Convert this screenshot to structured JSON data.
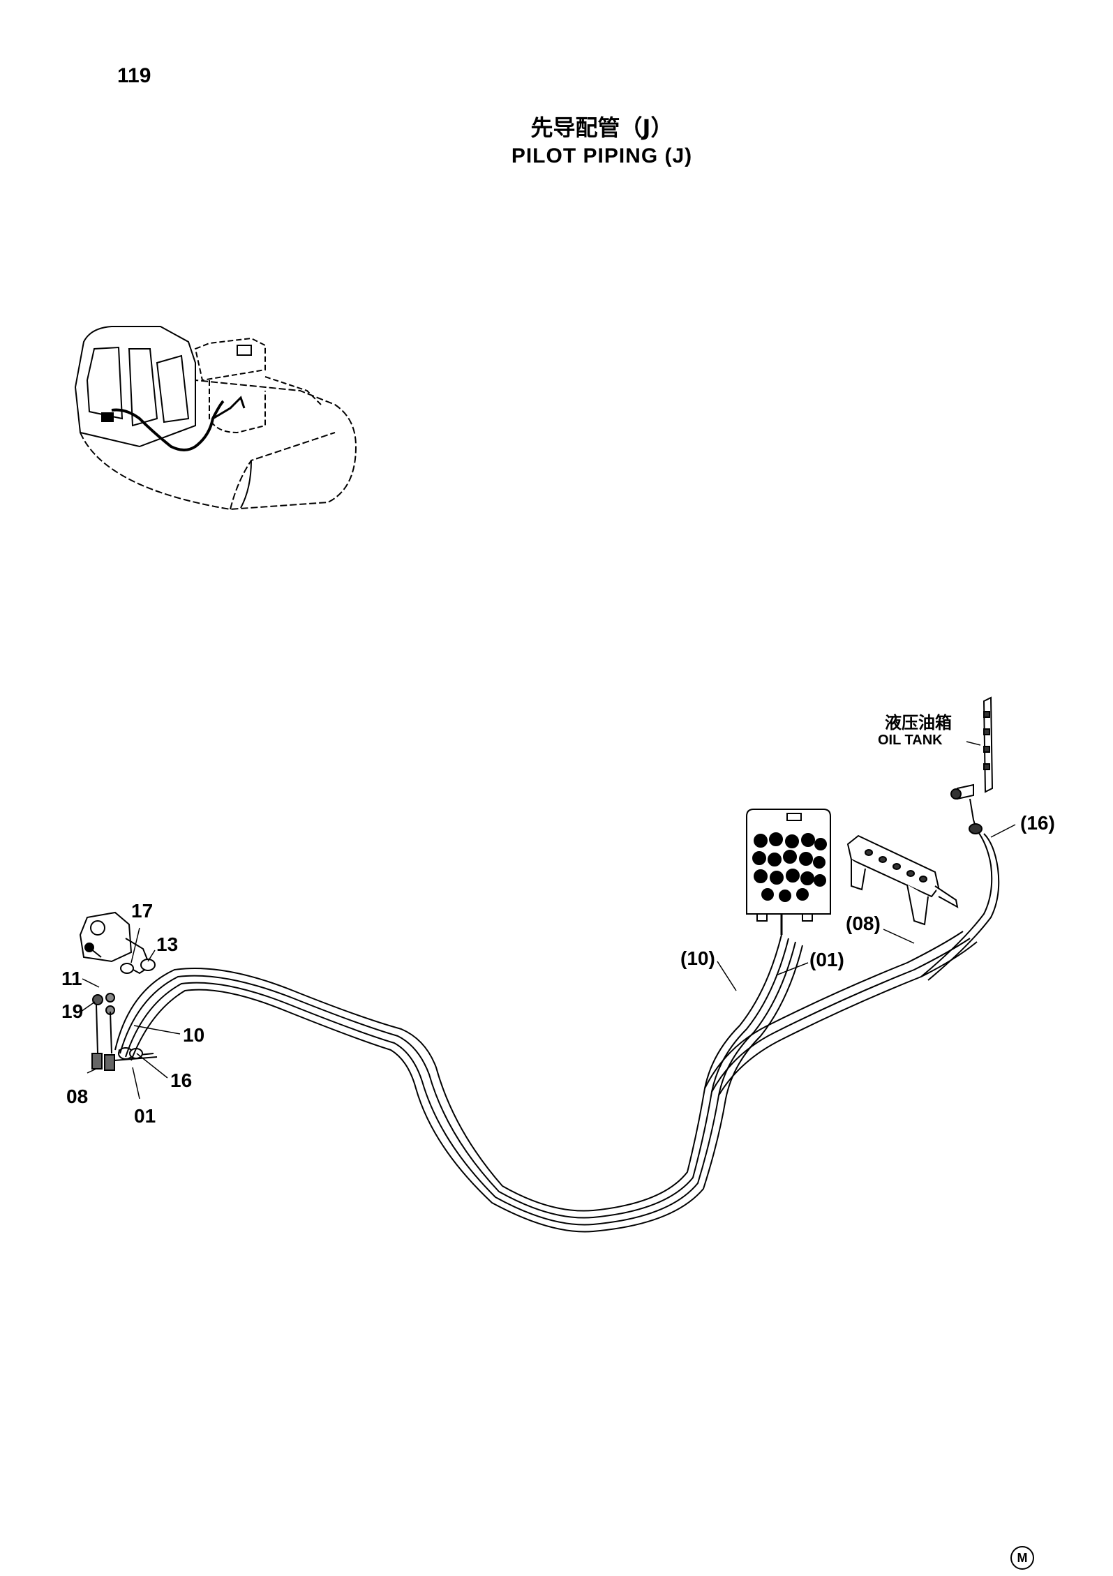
{
  "page": {
    "number": "119",
    "title_cn": "先导配管（J）",
    "title_en": "PILOT PIPING (J)"
  },
  "callouts": {
    "oil_tank_cn": "液压油箱",
    "oil_tank_en": "OIL TANK",
    "part_17": "17",
    "part_13": "13",
    "part_11": "11",
    "part_19": "19",
    "part_10": "10",
    "part_16": "16",
    "part_08": "08",
    "part_01": "01",
    "ref_16": "(16)",
    "ref_08": "(08)",
    "ref_10": "(10)",
    "ref_01": "(01)"
  },
  "footer": {
    "mark": "M"
  }
}
